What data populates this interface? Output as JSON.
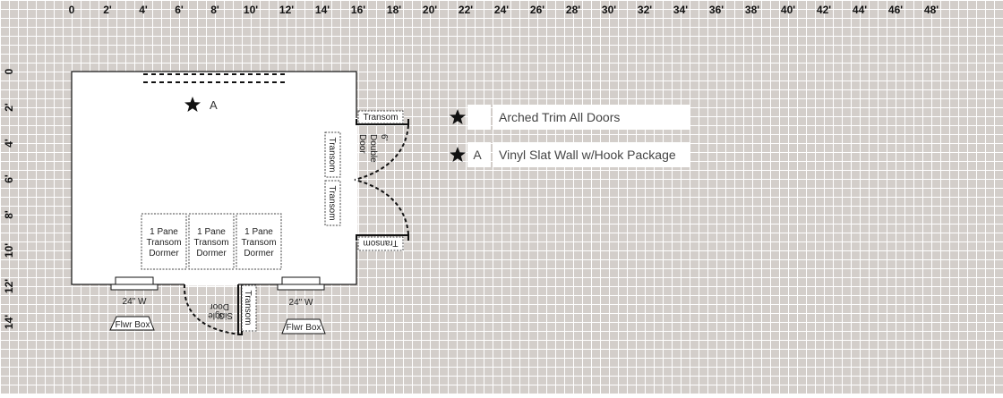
{
  "ruler": {
    "x_labels": [
      "0",
      "2'",
      "4'",
      "6'",
      "8'",
      "10'",
      "12'",
      "14'",
      "16'",
      "18'",
      "20'",
      "22'",
      "24'",
      "26'",
      "28'",
      "30'",
      "32'",
      "34'",
      "36'",
      "38'",
      "40'",
      "42'",
      "44'",
      "46'",
      "48'"
    ],
    "y_labels": [
      "0",
      "2'",
      "4'",
      "6'",
      "8'",
      "10'",
      "12'",
      "14'"
    ]
  },
  "plan": {
    "star_a_label": "A",
    "dormers": [
      {
        "lines": [
          "1 Pane",
          "Transom",
          "Dormer"
        ]
      },
      {
        "lines": [
          "1 Pane",
          "Transom",
          "Dormer"
        ]
      },
      {
        "lines": [
          "1 Pane",
          "Transom",
          "Dormer"
        ]
      }
    ],
    "transom_label": "Transom",
    "transom_side_1": "Transom",
    "transom_side_2": "Transom",
    "transom_bottom": "Transom",
    "transom_single": "Transom",
    "double_door_lines": [
      "6'",
      "Double",
      "Door"
    ],
    "single_door_lines": [
      "3'",
      "Single",
      "Door"
    ],
    "window_left_label": "24\" W",
    "window_right_label": "24\" W",
    "flower_box_left": "Flwr Box",
    "flower_box_right": "Flwr Box"
  },
  "legend": {
    "items": [
      {
        "key": "",
        "text": "Arched Trim All Doors"
      },
      {
        "key": "A",
        "text": "Vinyl Slat Wall w/Hook Package"
      }
    ]
  },
  "colors": {
    "background": "#d3ceca",
    "grid": "#ffffff",
    "ink": "#111111"
  }
}
